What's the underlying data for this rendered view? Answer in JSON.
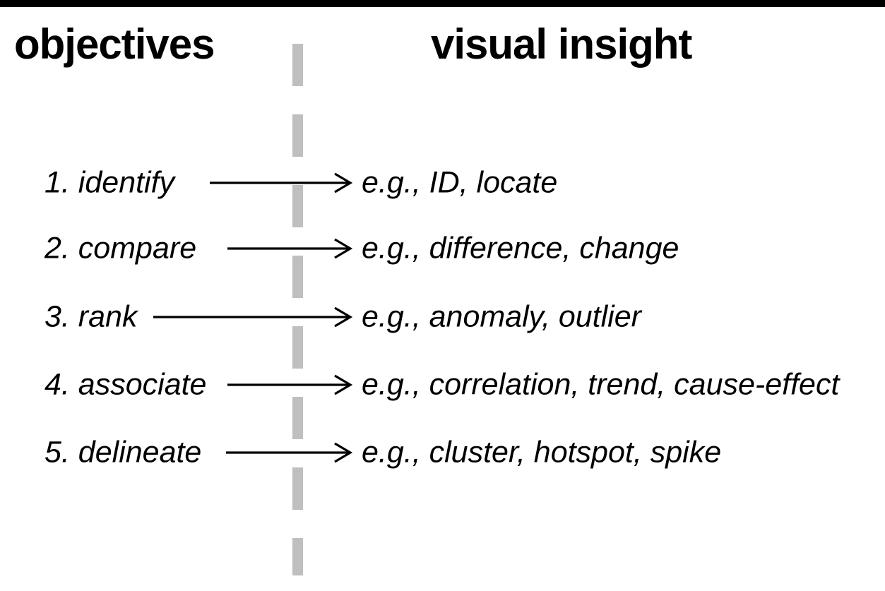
{
  "headers": {
    "left": "objectives",
    "right": "visual insight"
  },
  "rows": [
    {
      "objective": "1. identify",
      "insight": "e.g., ID, locate"
    },
    {
      "objective": "2. compare",
      "insight": "e.g., difference, change"
    },
    {
      "objective": "3. rank",
      "insight": "e.g., anomaly, outlier"
    },
    {
      "objective": "4. associate",
      "insight": "e.g., correlation, trend, cause-effect"
    },
    {
      "objective": "5. delineate",
      "insight": "e.g., cluster, hotspot, spike"
    }
  ],
  "icons": {
    "arrow": "right-arrow-icon"
  },
  "colors": {
    "background": "#ffffff",
    "text": "#000000",
    "top_bar": "#000000",
    "divider_dash": "#bfbfbf"
  },
  "divider": {
    "orientation": "vertical",
    "style": "dashed"
  }
}
